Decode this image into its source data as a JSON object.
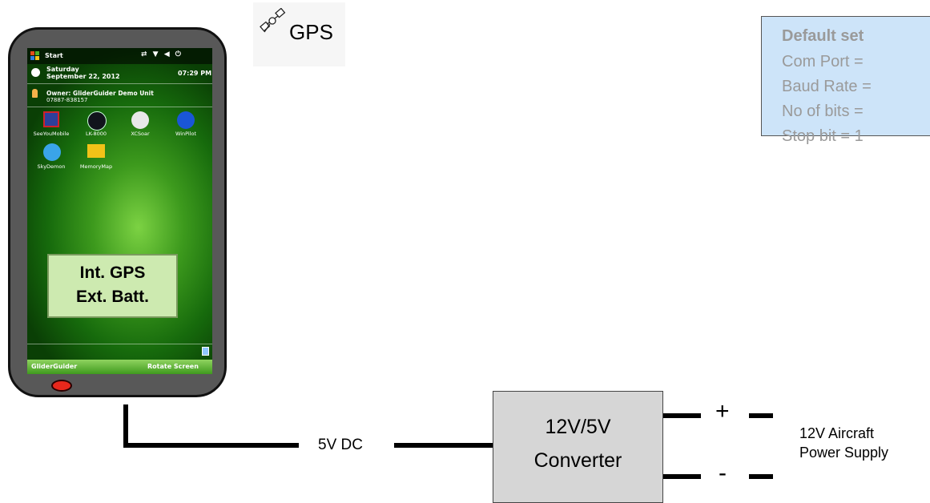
{
  "gps_label": "GPS",
  "phone": {
    "status_title": "Start",
    "date_day": "Saturday",
    "date_full": "September 22, 2012",
    "time": "07:29 PM",
    "owner": "Owner: GliderGuider Demo Unit",
    "phone_number": "07887-838157",
    "apps": [
      "SeeYouMobile",
      "LK-8000",
      "XCSoar",
      "WinPilot",
      "SkyDemon",
      "MemoryMap"
    ],
    "softkey_left": "GliderGuider",
    "softkey_right": "Rotate Screen",
    "overlay_line1": "Int. GPS",
    "overlay_line2": "Ext. Batt."
  },
  "settings": {
    "title": "Default set",
    "lines": [
      "Com Port =",
      "Baud Rate =",
      "No of bits =",
      "Stop bit = 1"
    ]
  },
  "connection_label": "5V DC",
  "converter": {
    "line1": "12V/5V",
    "line2": "Converter"
  },
  "terminals": {
    "plus": "+",
    "minus": "-"
  },
  "supply": {
    "line1": "12V Aircraft",
    "line2": "Power Supply"
  }
}
